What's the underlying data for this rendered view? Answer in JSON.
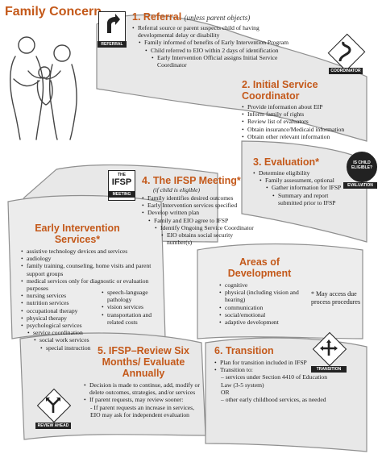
{
  "title": "Family Concern",
  "referral": {
    "number": "1.",
    "heading": "Referral",
    "qualifier": "(unless parent objects)",
    "sign_label": "REFERRAL",
    "items": [
      {
        "level": 0,
        "text": "Referral source or parent suspects child of having developmental delay or disability"
      },
      {
        "level": 1,
        "text": "Family informed of benefits of Early Intervention Program"
      },
      {
        "level": 2,
        "text": "Child referred to EIO within 2 days of identification"
      },
      {
        "level": 3,
        "text": "Early Intervention Official assigns Initial Service Coordinator"
      }
    ]
  },
  "coordinator": {
    "number": "2.",
    "heading": "Initial Service Coordinator",
    "sign_label": "COORDINATOR",
    "items": [
      "Provide information about EIP",
      "Inform family of rights",
      "Review list of evaluators",
      "Obtain insurance/Medicaid information",
      "Obtain other relevant information"
    ]
  },
  "evaluation": {
    "number": "3.",
    "heading": "Evaluation*",
    "sign_label": "EVALUATION",
    "sign_text": "IS CHILD ELIGIBLE?",
    "items": [
      {
        "level": 0,
        "text": "Determine eligibility"
      },
      {
        "level": 1,
        "text": "Family assessment, optional"
      },
      {
        "level": 2,
        "text": "Gather information for IFSP"
      },
      {
        "level": 3,
        "text": "Summary and report submitted prior to IFSP"
      }
    ]
  },
  "ifsp": {
    "number": "4.",
    "heading": "The IFSP Meeting*",
    "qualifier": "(if child is eligible)",
    "sign_top": "THE",
    "sign_main": "IFSP",
    "sign_label": "MEETING",
    "items": [
      {
        "level": 0,
        "text": "Family identifies desired outcomes"
      },
      {
        "level": 0,
        "text": "Early Intervention services specified"
      },
      {
        "level": 0,
        "text": "Develop written plan"
      },
      {
        "level": 1,
        "text": "Family and EIO agree to IFSP"
      },
      {
        "level": 2,
        "text": "Identify Ongoing Service Coordinator"
      },
      {
        "level": 3,
        "text": "EIO obtains social security number(s)"
      }
    ]
  },
  "ei_services": {
    "heading": "Early Intervention Services*",
    "items_left": [
      {
        "level": 0,
        "text": "assistive technology devices and services"
      },
      {
        "level": 0,
        "text": "audiology"
      },
      {
        "level": 0,
        "text": "family training, counseling, home visits and parent support groups"
      },
      {
        "level": 0,
        "text": "medical services only for diagnostic or evaluation purposes"
      },
      {
        "level": 0,
        "text": "nursing services"
      },
      {
        "level": 0,
        "text": "nutrition services"
      },
      {
        "level": 0,
        "text": "occupational therapy"
      },
      {
        "level": 0,
        "text": "physical therapy"
      },
      {
        "level": 0,
        "text": "psychological services"
      },
      {
        "level": 1,
        "text": "service coordination"
      },
      {
        "level": 2,
        "text": "social work services"
      },
      {
        "level": 3,
        "text": "special instruction"
      }
    ],
    "items_right": [
      "speech-language pathology",
      "vision services",
      "transportation and related costs"
    ]
  },
  "areas": {
    "heading": "Areas of Development",
    "items": [
      "cognitive",
      "physical (including vision and hearing)",
      "communication",
      "social/emotional",
      "adaptive development"
    ]
  },
  "note": "* May access due process procedures",
  "review": {
    "number": "5.",
    "heading": "IFSP–Review Six Months/ Evaluate Annually",
    "sign_label": "REVIEW AHEAD",
    "items": [
      {
        "level": 0,
        "text": "Decision is made to continue, add, modify or delete outcomes, strategies, and/or services"
      },
      {
        "level": 0,
        "text": "If parent requests, may review sooner:"
      },
      {
        "level": 1,
        "text": "- If parent requests an increase in services, EIO may ask for independent evaluation"
      }
    ]
  },
  "transition": {
    "number": "6.",
    "heading": "Transition",
    "sign_label": "TRANSITION",
    "items": [
      {
        "level": 0,
        "text": "Plan for transition included in IFSP"
      },
      {
        "level": 0,
        "text": "Transition to:"
      },
      {
        "level": 1,
        "text": "– services under Section 4410 of Education Law (3-5 system)"
      },
      {
        "level": 1,
        "text": "OR"
      },
      {
        "level": 1,
        "text": "– other early childhood services, as needed"
      }
    ]
  },
  "colors": {
    "accent": "#c4591a",
    "road": "#e6e6e6",
    "road_edge": "#9a9a9a"
  }
}
